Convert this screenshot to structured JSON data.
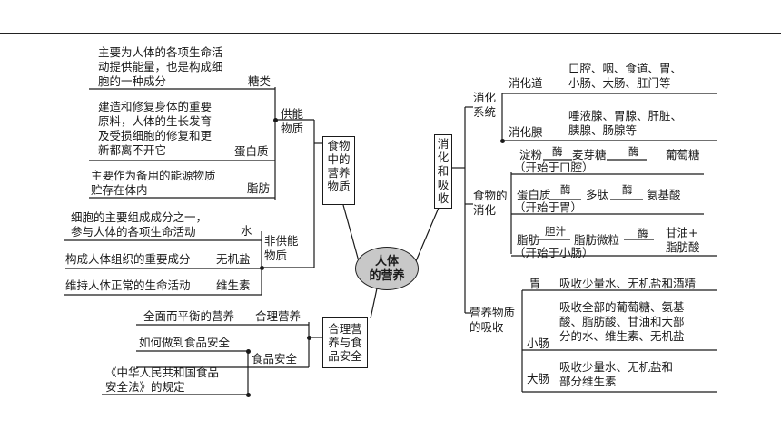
{
  "center": {
    "line1": "人体",
    "line2": "的营养"
  },
  "left": {
    "nutrients_box": {
      "lines": [
        "食物",
        "中的",
        "营养",
        "物质"
      ]
    },
    "energy": {
      "label_lines": [
        "供能",
        "物质"
      ],
      "sugar": {
        "name": "糖类",
        "desc": [
          "主要为人体的各项生命活",
          "动提供能量，也是构成细",
          "胞的一种成分"
        ]
      },
      "protein": {
        "name": "蛋白质",
        "desc": [
          "建造和修复身体的重要",
          "原料，人体的生长发育",
          "及受损细胞的修复和更",
          "新都离不开它"
        ]
      },
      "fat": {
        "name": "脂肪",
        "desc": [
          "主要作为备用的能源物质",
          "贮存在体内"
        ]
      }
    },
    "non_energy": {
      "label_lines": [
        "非供能",
        "物质"
      ],
      "water": {
        "name": "水",
        "desc": [
          "细胞的主要组成成分之一，",
          "参与人体的各项生命活动"
        ]
      },
      "mineral": {
        "name": "无机盐",
        "desc": [
          "构成人体组织的重要成分"
        ]
      },
      "vitamin": {
        "name": "维生素",
        "desc": [
          "维持人体正常的生命活动"
        ]
      }
    },
    "safety_box": {
      "lines": [
        "合理营",
        "养与食",
        "品安全"
      ]
    },
    "reasonable": {
      "name": "合理营养",
      "desc": "全面而平衡的营养"
    },
    "food_safety": {
      "name": "食品安全",
      "desc1": "如何做到食品安全",
      "desc2": [
        "《中华人民共和国食品",
        "安全法》的规定"
      ]
    }
  },
  "right": {
    "digest_box": {
      "lines": [
        "消",
        "化",
        "和",
        "吸",
        "收"
      ]
    },
    "system": {
      "label_lines": [
        "消化",
        "系统"
      ],
      "tract": {
        "name": "消化道",
        "desc": [
          "口腔、咽、食道、胃、",
          "小肠、大肠、肛门等"
        ]
      },
      "glands": {
        "name": "消化腺",
        "desc": [
          "唾液腺、胃腺、肝脏、",
          "胰腺、肠腺等"
        ]
      }
    },
    "food_digestion": {
      "label_lines": [
        "食物的",
        "消化"
      ],
      "starch": {
        "start": "淀粉",
        "enzyme1": "酶",
        "mid": "麦芽糖",
        "enzyme2": "酶",
        "end": "葡萄糖",
        "note": "（开始于口腔）"
      },
      "protein": {
        "start": "蛋白质",
        "enzyme1": "酶",
        "mid": "多肽",
        "enzyme2": "酶",
        "end": "氨基酸",
        "note": "（开始于胃）"
      },
      "fat": {
        "start": "脂肪",
        "agent": "胆汁",
        "mid": "脂肪微粒",
        "enzyme": "酶",
        "end1": "甘油+",
        "end2": "脂肪酸",
        "note": "（开始于小肠）"
      }
    },
    "absorption": {
      "label_lines": [
        "营养物质",
        "的吸收"
      ],
      "stomach": {
        "name": "胃",
        "desc": "吸收少量水、无机盐和酒精"
      },
      "small_intestine": {
        "name": "小肠",
        "desc": [
          "吸收全部的葡萄糖、氨基",
          "酸、脂肪酸、甘油和大部",
          "分的水、维生素、无机盐"
        ]
      },
      "large_intestine": {
        "name": "大肠",
        "desc": [
          "吸收少量水、无机盐和",
          "部分维生素"
        ]
      }
    }
  }
}
